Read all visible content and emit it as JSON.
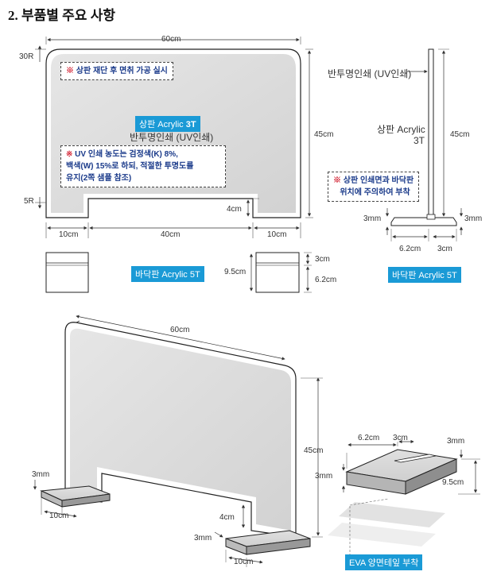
{
  "title": "2. 부품별 주요 사항",
  "front": {
    "width": "60cm",
    "height": "45cm",
    "corner": "30R",
    "inner_corner": "5R",
    "notch_height": "4cm",
    "left_foot": "10cm",
    "gap": "40cm",
    "right_foot": "10cm",
    "note_cut": "상판 재단 후 면취 가공 실시",
    "panel_label": "상판 Acrylic ",
    "panel_label_bold": "3T",
    "print_label": "반투명인쇄 (UV인쇄)",
    "note_print_1": "UV 인쇄 농도는 검정색(K) 8%,",
    "note_print_2": "백색(W) 15%로 하되, 적절한 투명도를",
    "note_print_3": "유지(2쪽 샘플 참조)"
  },
  "side": {
    "print_label": "반투명인쇄 (UV인쇄)",
    "panel_label_1": "상판 Acrylic",
    "panel_label_2": "3T",
    "height": "45cm",
    "note_1": "상판 인쇄면과 바닥판",
    "note_2": "위치에 주의하여 부착",
    "thick_left": "3mm",
    "thick_right": "3mm",
    "base_width": "6.2cm",
    "slot": "3cm",
    "base_label": "바닥판 Acrylic 5T"
  },
  "base_front": {
    "label": "바닥판 Acrylic 5T",
    "height": "9.5cm",
    "top": "3cm",
    "bottom": "6.2cm"
  },
  "iso": {
    "width": "60cm",
    "height": "45cm",
    "foot_left": "10cm",
    "foot_right": "10cm",
    "notch": "4cm",
    "thick_left": "3mm",
    "thick_right": "3mm"
  },
  "detail": {
    "width": "6.2cm",
    "slot": "3cm",
    "thick_top": "3mm",
    "thick_side": "3mm",
    "depth": "9.5cm",
    "eva": "EVA 양면테잎 부착"
  }
}
